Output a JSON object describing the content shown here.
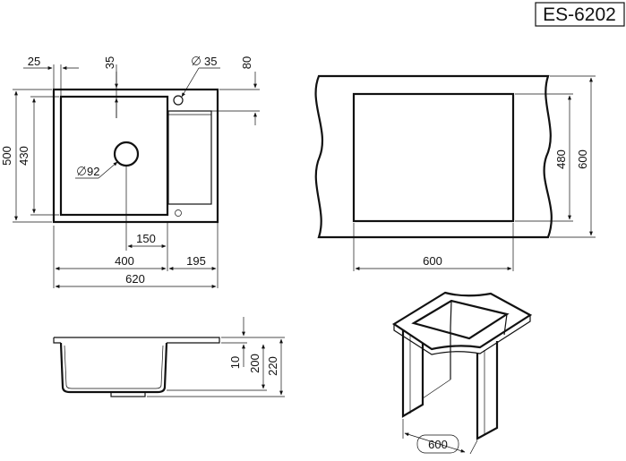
{
  "model_code": "ES-6202",
  "top_view": {
    "dims": {
      "d25": "25",
      "d35": "35",
      "hole_diameter": "35",
      "d80": "80",
      "d500": "500",
      "d430": "430",
      "drain_diameter": "92",
      "d150": "150",
      "d400": "400",
      "d195": "195",
      "d620": "620"
    }
  },
  "cutout_view": {
    "dims": {
      "d480": "480",
      "d600_right": "600",
      "d600_bottom": "600"
    }
  },
  "side_view": {
    "dims": {
      "d10": "10",
      "d200": "200",
      "d220": "220"
    }
  },
  "cabinet_view": {
    "dims": {
      "d600": "600"
    }
  },
  "symbols": {
    "diameter": "diameter-symbol"
  }
}
